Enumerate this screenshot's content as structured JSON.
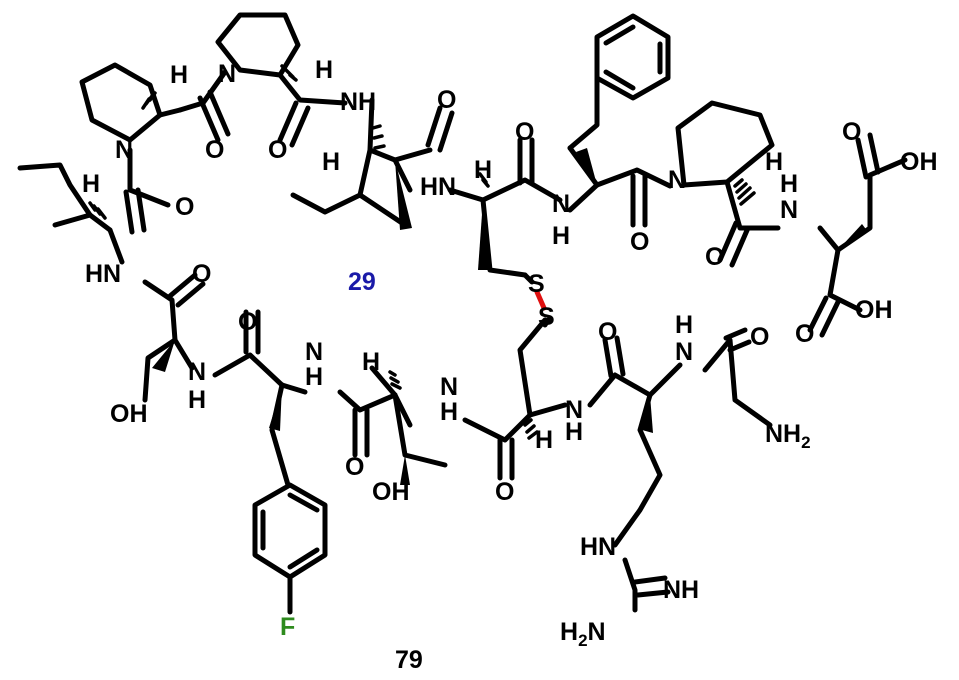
{
  "compound_number": "79",
  "ring_label": "29",
  "label_colors": {
    "default": "#000000",
    "fluorine": "#2e8b1e",
    "ring_label": "#1a1aa8",
    "disulfide_bond": "#e01010"
  },
  "atom_labels": {
    "h1": "H",
    "n1": "N",
    "h2": "H",
    "h3": "H",
    "nh1": "NH",
    "n2": "N",
    "o1": "O",
    "o2": "O",
    "o3": "O",
    "h4": "H",
    "hn1": "HN",
    "h5": "H",
    "o4": "O",
    "nh2": "N",
    "nh2h": "H",
    "n3": "N",
    "h6": "H",
    "o5": "O",
    "oh1": "OH",
    "o6": "O",
    "o7": "O",
    "nh3": "N",
    "nh3h": "H",
    "o8": "O",
    "oh2": "OH",
    "s1": "S",
    "s2": "S",
    "hn2": "HN",
    "o9": "O",
    "nh4": "N",
    "nh4h": "H",
    "oh3": "OH",
    "o10": "O",
    "nh5": "N",
    "nh5h": "H",
    "nh6": "N",
    "nh6h": "H",
    "o11": "O",
    "h7": "H",
    "o12": "O",
    "nh7": "N",
    "nh7h": "H",
    "h8": "H",
    "o13": "O",
    "nh8": "N",
    "nh8h": "H",
    "nh9": "N",
    "nh9h": "H",
    "o14": "O",
    "nh2a": "NH",
    "nh2a_sub": "2",
    "f": "F",
    "hn3": "HN",
    "nh10": "NH",
    "h2n": "H",
    "h2n_sub": "2",
    "h2n_n": "N"
  }
}
